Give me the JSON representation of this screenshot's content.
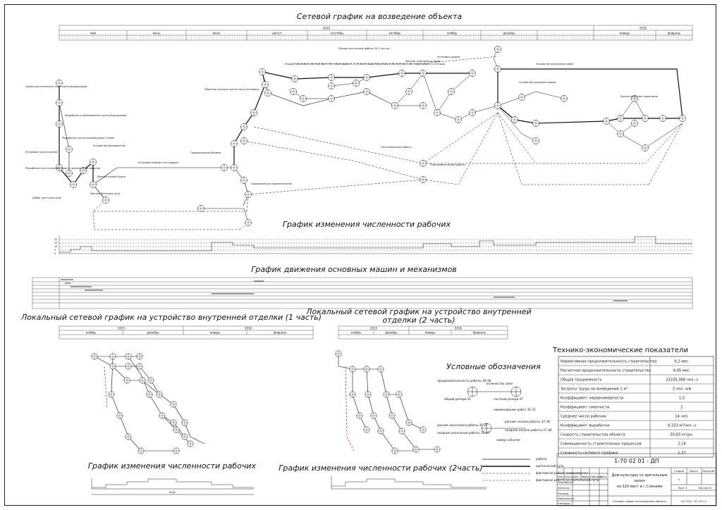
{
  "titles": {
    "network": "Сетевой график на возведение объекта",
    "workers": "График изменения численности рабочих",
    "machines": "График движения основных машин и механизмов",
    "local1": "Локальный сетевой график на устройство внутренней отделки (1 часть)",
    "local2_line1": "Локальный сетевой график на устройство внутренней",
    "local2_line2": "отделки (2 часть)",
    "workers1": "График изменения численности рабочих",
    "workers2": "График изменения численности рабочих (2часть)",
    "legend": "Условные обозначения",
    "tep": "Технико-экономические показатели"
  },
  "timeline": {
    "year1": "2015",
    "year2": "2016",
    "months": [
      "май",
      "июнь",
      "июль",
      "август",
      "сентябрь",
      "октябрь",
      "ноябрь",
      "декабрь",
      "январь",
      "февраль"
    ]
  },
  "local_timeline": {
    "left_years": [
      "2015",
      "2016"
    ],
    "left_months": [
      "ноябрь",
      "декабрь",
      "январь",
      "февраль"
    ],
    "right_years": [
      "2015",
      "2016"
    ],
    "right_months": [
      "ноябрь",
      "декабрь",
      "январь",
      "февраль"
    ]
  },
  "network_labels": {
    "l1": "Срезка растительного слоя грунта бульдозером",
    "l2": "Разработка и перемещение грунта бульдозером",
    "l3": "Разработка грунта экскаватором 5 отвал",
    "l4": "Установка грунта катком",
    "l5": "Разработка грунта экскаватором в транспортное средство",
    "l6": "Добор грунта вручную",
    "l7": "Устройство фундаментов",
    "l8": "Монтаж колонн крана",
    "l9": "Монтаж бетонных пути",
    "l10": "Установка блоков стен подвала",
    "l11": "Гидроизоляция боковая",
    "l12": "Гидроизоляция горизонтальная",
    "l13": "Обратная засыпка грунта пазух котлована",
    "l14": "Кладка наружных и внутренних стен, перегородки 1-го этажа",
    "l15": "Кладка наружных и внутренних стен, перегородки 2-го этажа",
    "l16": "Монтаж стропильных ферм",
    "l17": "Установка кровли",
    "l18": "Устройство внутренних работ",
    "l19": "Устройство рулонной кровли",
    "l20": "Электромонтажные работы",
    "l21": "Сантехнические работы",
    "l22": "Благоустройство территории",
    "l23": "Прочие неучтенные работы 29,5 чел.-дн"
  },
  "legend_items": [
    "работа",
    "критический путь",
    "фиктивная работа (зависимость)",
    "фиктивная работа на критическом пути"
  ],
  "legend_labels": [
    "продолжительность работы 36-38",
    "количество смен",
    "общий резерв 35",
    "частный резерв 37",
    "наименование работ 35-37",
    "ранние начала работы 37-38",
    "ранние окончания работы 35-37",
    "поздние начала работы 37-38",
    "поздние окончания работы 35-37",
    "номер события"
  ],
  "tep": {
    "rows": [
      {
        "label": "Нормативная продолжительность строительства",
        "value": "9,2 мес."
      },
      {
        "label": "Расчетная продолжительность строительства",
        "value": "9,05 мес."
      },
      {
        "label": "Общая трудоемкость",
        "value": "23335,368 чел.-ч"
      },
      {
        "label": "Затраты труда на возведение 1 м³",
        "value": "3 чел.-ч/м"
      },
      {
        "label": "Коэффициент неравномерности",
        "value": "1,5"
      },
      {
        "label": "Коэффициент сменности",
        "value": "2"
      },
      {
        "label": "Среднее число рабочих",
        "value": "14 чел."
      },
      {
        "label": "Коэффициент выработки",
        "value": "0,333 м³/чел.-ч"
      },
      {
        "label": "Скорость строительства объекта",
        "value": "55,65 м³/дн."
      },
      {
        "label": "Совмещенность строительных процессов",
        "value": "2,16"
      },
      {
        "label": "Сложность сетевого графика",
        "value": "1,37"
      }
    ]
  },
  "stamp": {
    "code": "1-70 02 01 - ДП",
    "project_line1": "Дом культуры со зрительным",
    "project_line2": "залом",
    "project_line3": "на 320 мест в г.Слониме",
    "sheet_title": "Сетевой график на возведение объекта",
    "org": "УО ГрГУ, СК, ПГС-2",
    "stage_label": "Стадия",
    "mass_label": "Масса",
    "scale_label": "Масштаб",
    "sheet_label": "Лист 9",
    "sheets_label": "Листов 10",
    "stage_value": "У",
    "roles": [
      "Изм.",
      "Кол.уч.",
      "Лист",
      "№док.",
      "Подпись",
      "Дата"
    ],
    "people": [
      "Разработал",
      "Консульт.",
      "Руковод.",
      "Нормоконтр.",
      "Утвердил"
    ]
  },
  "workers_scale": [
    "20",
    "15",
    "10",
    "5",
    "0"
  ],
  "days_caption": "56 дн."
}
